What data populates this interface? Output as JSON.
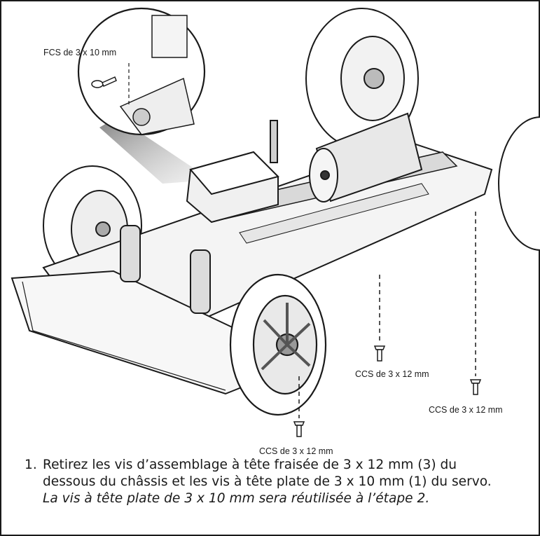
{
  "callouts": {
    "fcs_label": "FCS de 3 x 10 mm",
    "ccs_label_center": "CCS de 3 x 12 mm",
    "ccs_label_right": "CCS de 3 x 12 mm",
    "ccs_label_bottom": "CCS de 3 x 12 mm"
  },
  "instruction": {
    "number": "1.",
    "text_line1": "Retirez les vis d’assemblage à tête fraisée de 3 x 12 mm (3) du",
    "text_line2": "dessous du châssis et les vis à tête plate de 3 x 10 mm (1) du servo.",
    "note": "La vis à tête plate de 3 x 10 mm sera réutilisée à l’étape 2."
  }
}
